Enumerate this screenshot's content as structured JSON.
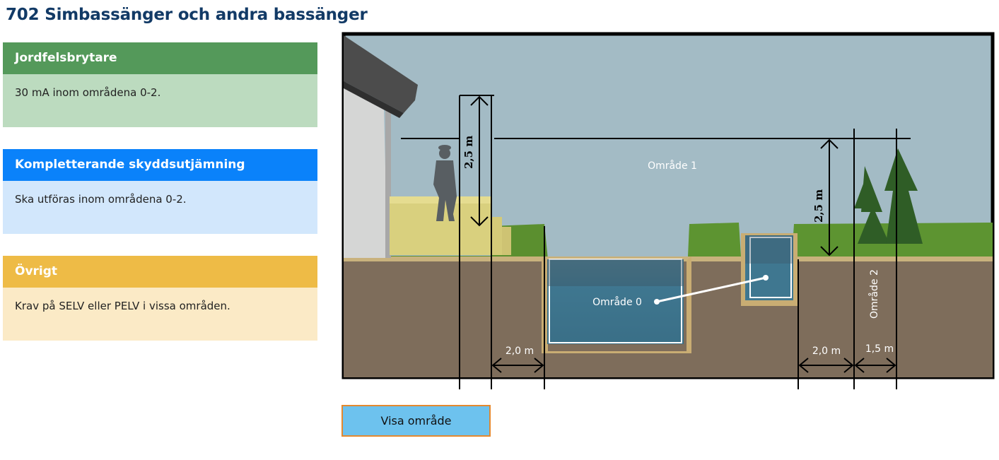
{
  "page": {
    "title": "702 Simbassänger och andra bassänger"
  },
  "cards": [
    {
      "heading": "Jordfelsbrytare",
      "body": "30 mA inom områdena 0-2.",
      "color": "#54995a"
    },
    {
      "heading": "Kompletterande skyddsutjämning",
      "body": "Ska utföras inom områdena 0-2.",
      "color": "#0a82fa"
    },
    {
      "heading": "Övrigt",
      "body": "Krav på SELV eller PELV i vissa områden.",
      "color": "#eebb46"
    }
  ],
  "diagram": {
    "zone0_label": "Område 0",
    "zone1_label": "Område 1",
    "zone2_label": "Område 2",
    "height_left": "2,5 m",
    "height_right": "2,5 m",
    "dist_left": "2,0 m",
    "dist_right": "2,0 m",
    "dist_far_right": "1,5 m"
  },
  "button": {
    "label": "Visa område"
  }
}
